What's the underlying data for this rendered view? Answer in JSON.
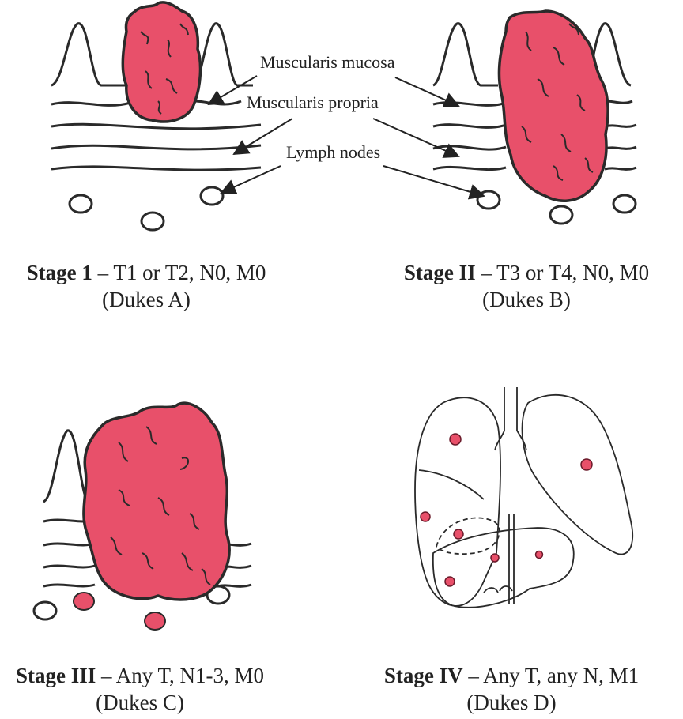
{
  "labels": {
    "muscularis_mucosa": "Muscularis mucosa",
    "muscularis_propria": "Muscularis propria",
    "lymph_nodes": "Lymph nodes"
  },
  "stages": [
    {
      "name": "Stage 1",
      "tnm": "– T1 or T2, N0, M0",
      "dukes": "(Dukes A)"
    },
    {
      "name": "Stage II",
      "tnm": "– T3 or T4, N0, M0",
      "dukes": "(Dukes B)"
    },
    {
      "name": "Stage III",
      "tnm": "– Any T, N1-3, M0",
      "dukes": "(Dukes C)"
    },
    {
      "name": "Stage IV",
      "tnm": "– Any T, any N, M1",
      "dukes": "(Dukes D)"
    }
  ],
  "colors": {
    "tumor": "#e8506a",
    "outline": "#2a2a2a"
  }
}
